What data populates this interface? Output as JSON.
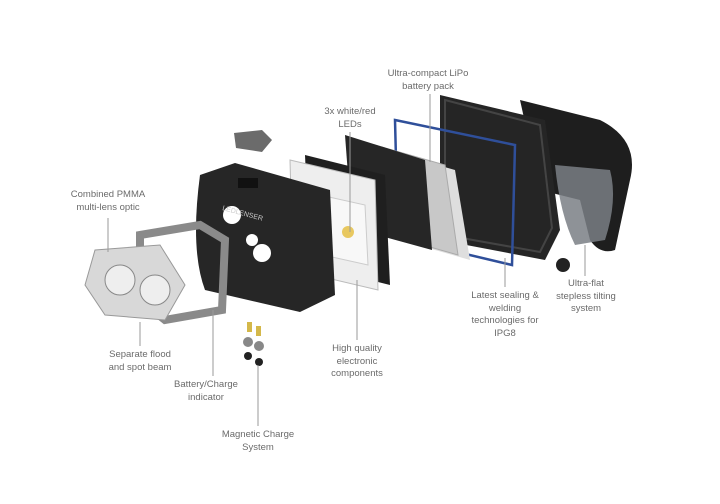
{
  "brand_logo_text": "LEDLENSER",
  "labels": {
    "battery": [
      "Ultra-compact LiPo",
      "battery pack"
    ],
    "leds": [
      "3x white/red",
      "LEDs"
    ],
    "optic": [
      "Combined PMMA",
      "multi-lens optic"
    ],
    "beam": [
      "Separate flood",
      "and spot beam"
    ],
    "indicator": [
      "Battery/Charge",
      "indicator"
    ],
    "magnetic": [
      "Magnetic Charge",
      "System"
    ],
    "electronics": [
      "High quality",
      "electronic",
      "components"
    ],
    "sealing": [
      "Latest sealing &",
      "welding",
      "technologies for",
      "IPG8"
    ],
    "tilting": [
      "Ultra-flat",
      "stepless tilting",
      "system"
    ]
  },
  "colors": {
    "label_text": "#6b6b6b",
    "leader_line": "#9a9a9a",
    "housing": "#2a2a2a",
    "seal_ring": "#2f4f9a",
    "spring": "#d4b84a"
  }
}
